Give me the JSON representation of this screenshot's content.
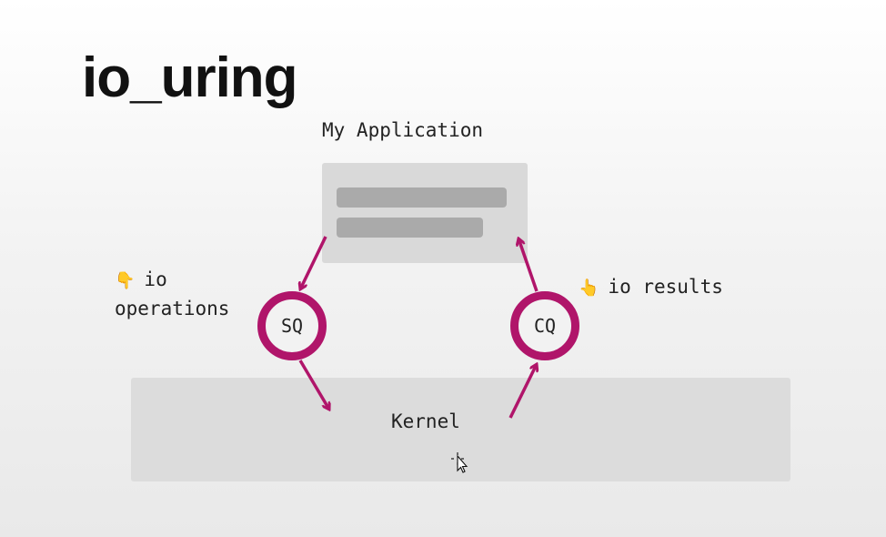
{
  "slide": {
    "title": "io_uring"
  },
  "diagram": {
    "application_label": "My Application",
    "kernel_label": "Kernel",
    "submission_queue": "SQ",
    "completion_queue": "CQ",
    "io_operations_line1": "io",
    "io_operations_line2": "operations",
    "io_results": "io results",
    "ops_emoji": "👇",
    "results_emoji": "👆",
    "accent_color": "#b0156a",
    "panel_color": "#d9d9d9",
    "bar_color": "#aaaaaa"
  },
  "icons": {
    "ops_icon": "pointing-down-hand-icon",
    "results_icon": "pointing-up-hand-icon",
    "cursor_icon": "move-cursor-icon"
  }
}
